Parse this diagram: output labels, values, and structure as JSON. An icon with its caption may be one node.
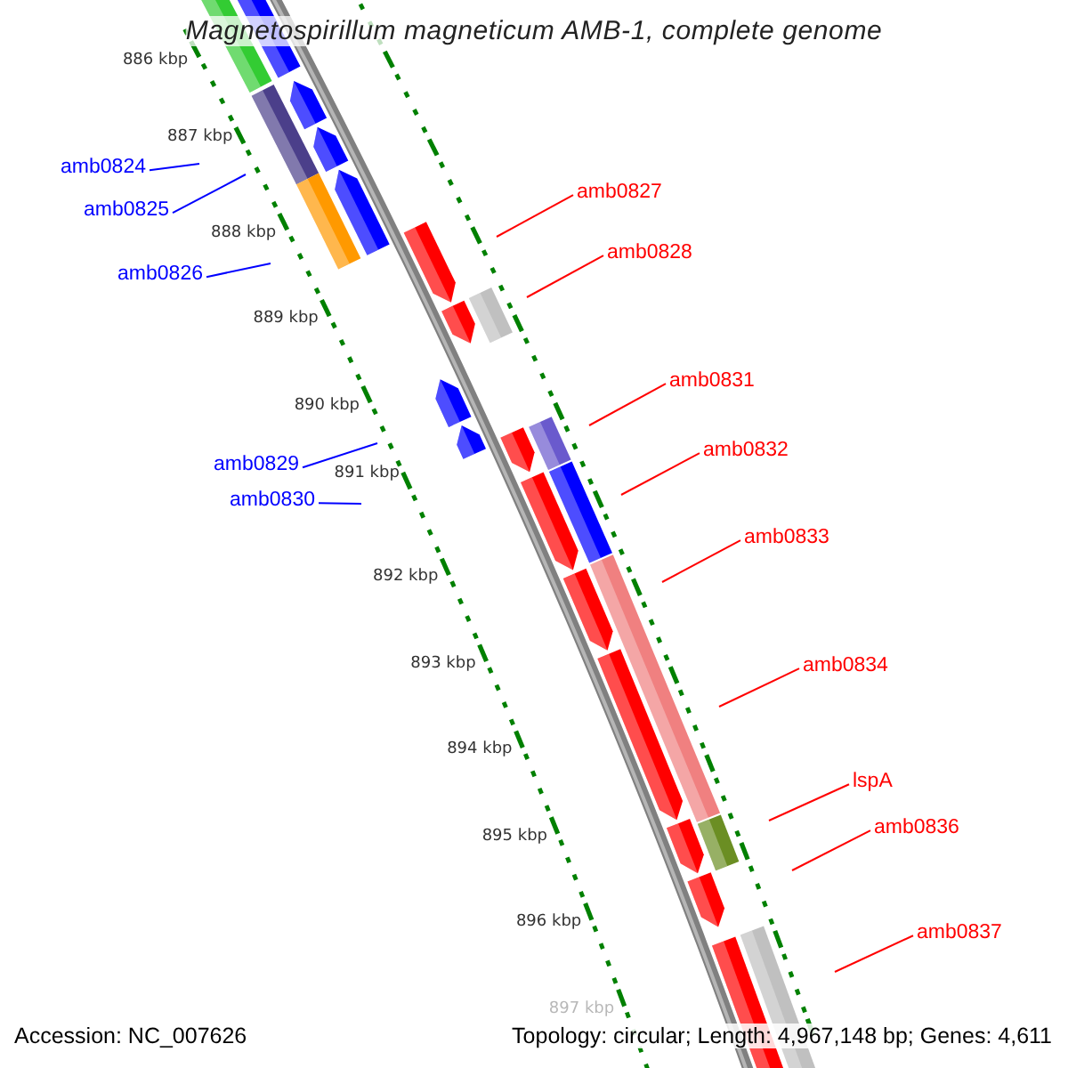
{
  "diagram": {
    "title": "Magnetospirillum magneticum AMB-1, complete genome",
    "nodes": [
      {
        "text": [
          "amb0824"
        ]
      },
      {
        "text": [
          "amb0827"
        ]
      },
      {
        "text": [
          "amb0825"
        ]
      },
      {
        "text": [
          "amb0828"
        ]
      },
      {
        "text": [
          "amb0826"
        ]
      },
      {
        "text": [
          "amb0831"
        ]
      },
      {
        "text": [
          "amb0832"
        ]
      },
      {
        "text": [
          "amb0829"
        ]
      },
      {
        "text": [
          "amb0830"
        ]
      },
      {
        "text": [
          "amb0833"
        ]
      },
      {
        "text": [
          "amb0834"
        ]
      },
      {
        "text": [
          "lspA"
        ]
      },
      {
        "text": [
          "amb0836"
        ]
      },
      {
        "text": [
          "amb0837"
        ]
      }
    ],
    "edges": [
      {
        "from": 0,
        "to": null,
        "arrow": "none",
        "color": "#0000ff"
      },
      {
        "from": 1,
        "to": null,
        "arrow": "none"
      },
      {
        "from": 2,
        "to": null,
        "arrow": "none",
        "color": "#0000ff"
      },
      {
        "from": 3,
        "to": null,
        "arrow": "none"
      },
      {
        "from": 4,
        "to": null,
        "arrow": "none",
        "color": "#0000ff"
      },
      {
        "from": 5,
        "to": null,
        "arrow": "none"
      },
      {
        "from": 6,
        "to": null,
        "arrow": "none"
      },
      {
        "from": 7,
        "to": null,
        "arrow": "none",
        "color": "#0000ff"
      },
      {
        "from": 8,
        "to": null,
        "arrow": "none",
        "color": "#0000ff"
      },
      {
        "from": 9,
        "to": null,
        "arrow": "none"
      },
      {
        "from": 10,
        "to": null,
        "arrow": "none"
      },
      {
        "from": 11,
        "to": null,
        "arrow": "none"
      },
      {
        "from": 12,
        "to": null,
        "arrow": "none"
      },
      {
        "from": 13,
        "to": null,
        "arrow": "none"
      }
    ],
    "labels": [
      "886 kbp",
      "887 kbp",
      "888 kbp",
      "889 kbp",
      "890 kbp",
      "891 kbp",
      "892 kbp",
      "893 kbp",
      "894 kbp",
      "895 kbp",
      "896 kbp",
      "897 kbp",
      "Accession: NC_007626",
      "Topology: circular; Length: 4,967,148 bp; Genes: 4,611"
    ]
  }
}
